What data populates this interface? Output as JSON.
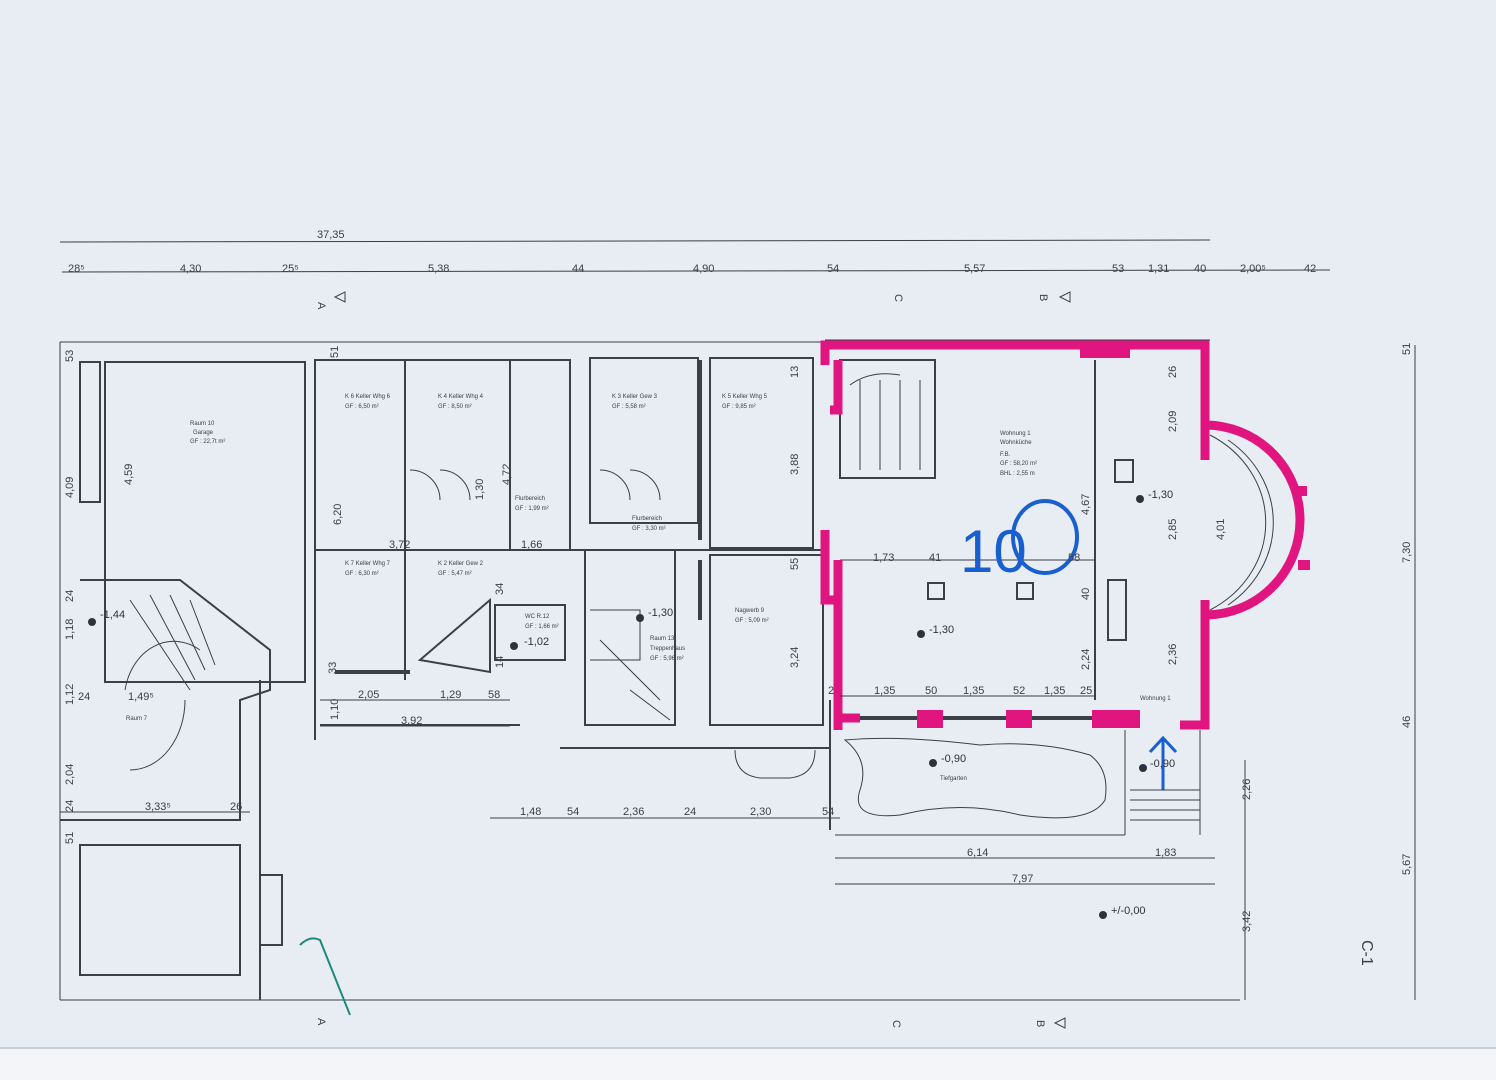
{
  "colors": {
    "paper": "#e8edf4",
    "line": "#3a3f48",
    "marker_pink": "#e0157f",
    "marker_blue": "#1a5fd0"
  },
  "dims_top": {
    "total": "37,35",
    "d1": "28⁵",
    "d2": "4,30",
    "d3": "25⁵",
    "d4": "5,38",
    "d5": "44",
    "d6": "4,90",
    "d7": "54",
    "d8": "5,57",
    "d9": "53",
    "d10": "1,31",
    "d11": "40",
    "d12": "2,00⁵",
    "d13": "42"
  },
  "section_marks": {
    "a": "A",
    "b": "B",
    "c": "C"
  },
  "rooms": {
    "r10_name": "Raum 10",
    "r10_sub": "Garage",
    "r10_area": "GF : 22,7t m²",
    "k6_name": "K 6 Keller Whg 6",
    "k6_area": "GF : 6,50 m²",
    "k4_name": "K 4 Keller Whg 4",
    "k4_area": "GF : 8,50 m²",
    "k3_name": "K 3 Keller Gew 3",
    "k3_area": "GF : 5,58 m²",
    "k5_name": "K 5 Keller Whg 5",
    "k5_area": "GF : 9,85 m²",
    "k7_name": "K 7 Keller Whg 7",
    "k7_area": "GF : 6,30 m²",
    "k2_name": "K 2 Keller Gew 2",
    "k2_area": "GF : 5,47 m²",
    "flur1_name": "Flurbereich",
    "flur1_area": "GF : 1,99 m²",
    "flur2_name": "Flurbereich",
    "flur2_area": "GF : 3,30 m²",
    "wc_name": "WC R.12",
    "wc_area": "GF : 1,66 m²",
    "r13_name": "Raum 13",
    "r13_sub": "Treppenhaus",
    "r13_area": "GF : 5,96 m²",
    "r9_name": "Nagwerb 9",
    "r9_area": "GF : 5,09 m²",
    "w1_name": "Wohnung 1",
    "w1_sub": "Wohnküche",
    "w1_extra": "F.B.",
    "w1_area": "GF : 58,20 m²",
    "w1_area2": "BHL : 2,55 m",
    "r7_name": "Raum 7",
    "garden": "Tiefgarten",
    "entry": "Wohnung 1"
  },
  "levels": {
    "l1": "-1,44",
    "l2": "-1,30",
    "l3": "-1,02",
    "l4": "-1,30",
    "l5": "-1,30",
    "l6": "-0,90",
    "l7": "-0,90",
    "l8": "+/-0,00"
  },
  "inner_dims": {
    "v459": "4,59",
    "v409": "4,09",
    "v620": "6,20",
    "v472": "4,72",
    "v130": "1,30",
    "v388": "3,88",
    "v55": "55",
    "v324": "3,24",
    "v13": "13",
    "v51a": "51",
    "v53": "53",
    "h372": "3,72",
    "h166": "1,66",
    "h173": "1,73",
    "h41": "41",
    "h58": "58",
    "h205": "2,05",
    "h129": "1,29",
    "h58b": "58",
    "h392": "3,92",
    "h135a": "1,35",
    "h50": "50",
    "h135b": "1,35",
    "h52": "52",
    "h135c": "1,35",
    "h25": "25",
    "h2": "2",
    "v467": "4,67",
    "v40": "40",
    "v224": "2,24",
    "v26": "26",
    "v209": "2,09",
    "v285": "2,85",
    "v401": "4,01",
    "v236": "2,36",
    "v118": "1,18",
    "v24a": "24",
    "v112": "1,12",
    "v110": "1,10",
    "v204": "2,04",
    "v24b": "24",
    "v51b": "51",
    "h24": "24",
    "h1495": "1,49⁵",
    "h3335": "3,33⁵",
    "h26": "26",
    "v34": "34",
    "v14": "14",
    "v33": "33"
  },
  "dims_bottom": {
    "b1": "1,48",
    "b2": "54",
    "b3": "2,36",
    "b4": "24",
    "b5": "2,30",
    "b6": "54",
    "b7": "6,14",
    "b8": "1,83",
    "b9": "7,97"
  },
  "dims_right": {
    "r1": "51",
    "r2": "7,30",
    "r3": "46",
    "r4": "2,26",
    "r5": "5,67",
    "r6": "3,42",
    "r7": "C-1"
  },
  "annotation": {
    "label": "10"
  }
}
